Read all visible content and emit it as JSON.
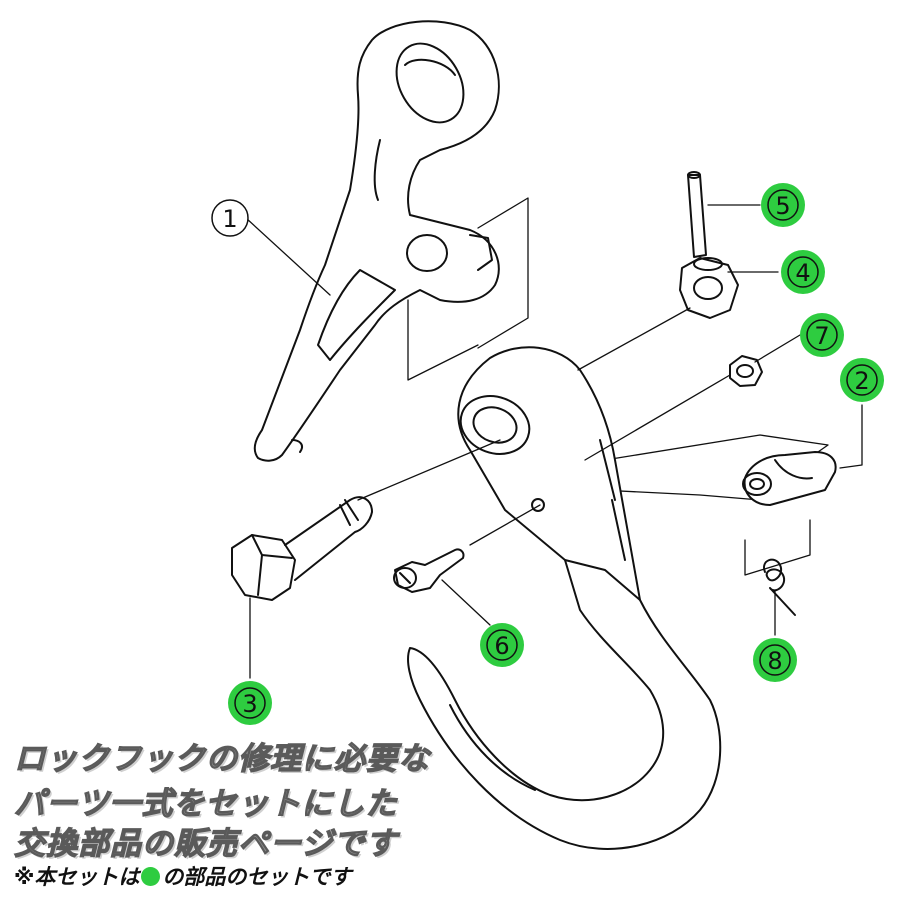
{
  "callouts": [
    {
      "id": "1",
      "label": "1",
      "highlight": false
    },
    {
      "id": "2",
      "label": "2",
      "highlight": true
    },
    {
      "id": "3",
      "label": "3",
      "highlight": true
    },
    {
      "id": "4",
      "label": "4",
      "highlight": true
    },
    {
      "id": "5",
      "label": "5",
      "highlight": true
    },
    {
      "id": "6",
      "label": "6",
      "highlight": true
    },
    {
      "id": "7",
      "label": "7",
      "highlight": true
    },
    {
      "id": "8",
      "label": "8",
      "highlight": true
    }
  ],
  "caption": {
    "line1": "ロックフックの修理に必要な",
    "line2": "パーツ一式をセットにした",
    "line3": "交換部品の販売ページです",
    "note_prefix": "※本セットは",
    "note_suffix": "の部品のセットです"
  },
  "colors": {
    "highlight": "#2ecc40",
    "line": "#111111",
    "caption_text": "#8a8a8a"
  }
}
